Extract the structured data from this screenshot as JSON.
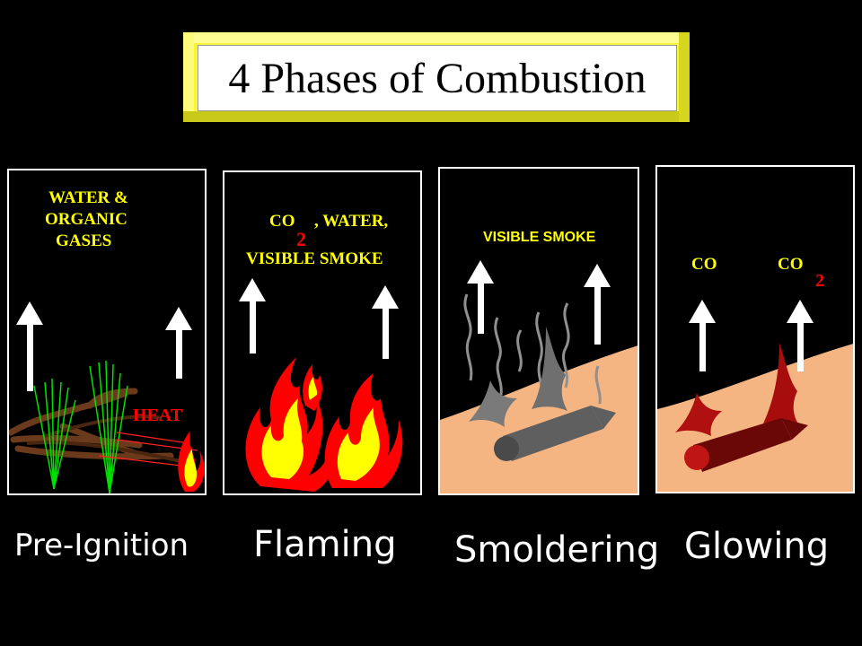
{
  "title": "4 Phases of Combustion",
  "panels": {
    "pre_ignition": {
      "label_line1": "WATER &",
      "label_line2": "ORGANIC",
      "label_line3": "GASES",
      "heat": "HEAT",
      "caption": "Pre-Ignition"
    },
    "flaming": {
      "co": "CO",
      "sub": "2",
      "rest": ", WATER,",
      "line2": "VISIBLE SMOKE",
      "caption": "Flaming"
    },
    "smoldering": {
      "label": "VISIBLE SMOKE",
      "caption": "Smoldering"
    },
    "glowing": {
      "co": "CO",
      "co2": "CO",
      "sub": "2",
      "caption": "Glowing"
    }
  },
  "colors": {
    "label_text": "#ffff00",
    "heat_text": "#ff0000",
    "ground": "#f5b583",
    "flame_outer": "#ff0000",
    "flame_inner": "#ffff00"
  }
}
